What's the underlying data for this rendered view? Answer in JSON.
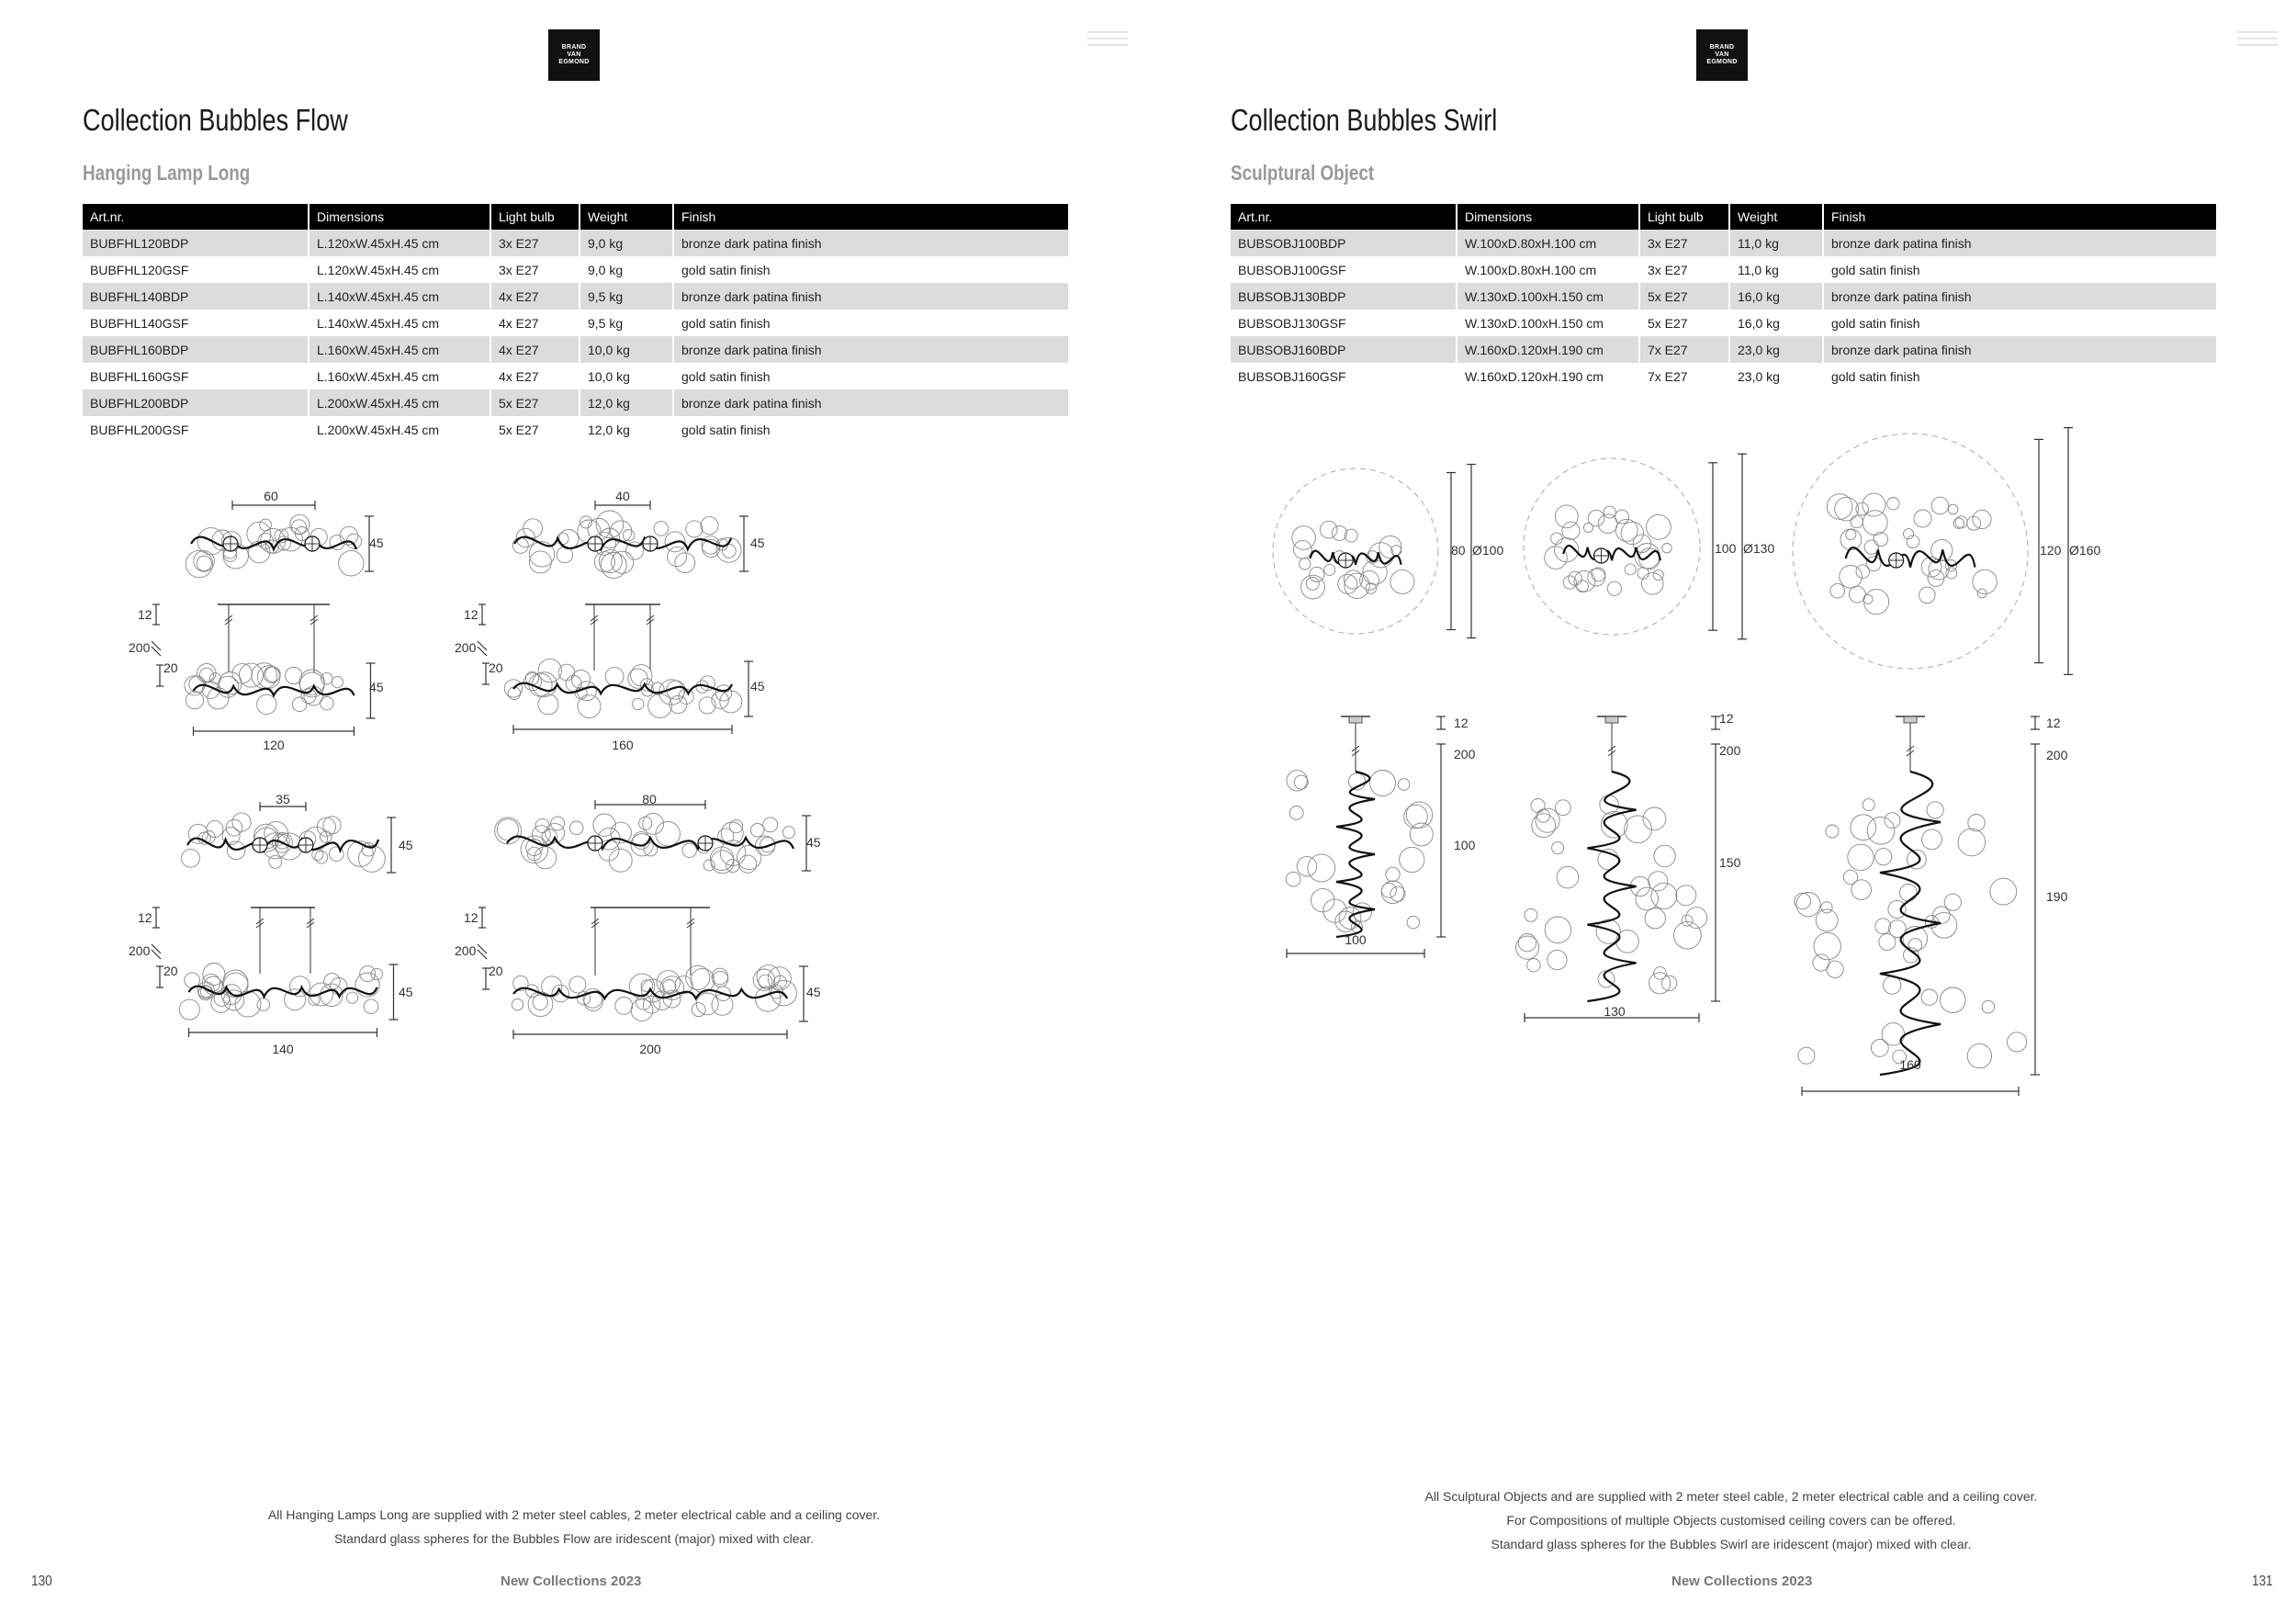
{
  "left": {
    "logo": [
      "BRAND",
      "VAN",
      "EGMOND"
    ],
    "title": "Collection Bubbles Flow",
    "subtitle": "Hanging Lamp Long",
    "table": {
      "headers": [
        "Art.nr.",
        "Dimensions",
        "Light bulb",
        "Weight",
        "Finish"
      ],
      "rows": [
        [
          "BUBFHL120BDP",
          "L.120xW.45xH.45 cm",
          "3x E27",
          "9,0 kg",
          "bronze dark patina finish"
        ],
        [
          "BUBFHL120GSF",
          "L.120xW.45xH.45 cm",
          "3x E27",
          "9,0 kg",
          "gold satin finish"
        ],
        [
          "BUBFHL140BDP",
          "L.140xW.45xH.45 cm",
          "4x E27",
          "9,5 kg",
          "bronze dark patina finish"
        ],
        [
          "BUBFHL140GSF",
          "L.140xW.45xH.45 cm",
          "4x E27",
          "9,5 kg",
          "gold satin finish"
        ],
        [
          "BUBFHL160BDP",
          "L.160xW.45xH.45 cm",
          "4x E27",
          "10,0 kg",
          "bronze dark patina finish"
        ],
        [
          "BUBFHL160GSF",
          "L.160xW.45xH.45 cm",
          "4x E27",
          "10,0 kg",
          "gold satin finish"
        ],
        [
          "BUBFHL200BDP",
          "L.200xW.45xH.45 cm",
          "5x E27",
          "12,0 kg",
          "bronze dark patina finish"
        ],
        [
          "BUBFHL200GSF",
          "L.200xW.45xH.45 cm",
          "5x E27",
          "12,0 kg",
          "gold satin finish"
        ]
      ]
    },
    "drawings": {
      "d120": {
        "top_width": "60",
        "top_height": "45",
        "cable": "12",
        "length": "200",
        "drop": "20",
        "side_height": "45",
        "side_width": "120"
      },
      "d160": {
        "top_width": "40",
        "top_height": "45",
        "cable": "12",
        "length": "200",
        "drop": "20",
        "side_height": "45",
        "side_width": "160"
      },
      "d140": {
        "top_width": "35",
        "top_height": "45",
        "cable": "12",
        "length": "200",
        "drop": "20",
        "side_height": "45",
        "side_width": "140"
      },
      "d200": {
        "top_width": "80",
        "top_height": "45",
        "cable": "12",
        "length": "200",
        "drop": "20",
        "side_height": "45",
        "side_width": "200"
      }
    },
    "notes": [
      "All Hanging Lamps Long are supplied with 2 meter steel cables, 2 meter electrical cable and a ceiling cover.",
      "Standard glass spheres for the Bubbles Flow are iridescent (major) mixed with clear."
    ],
    "footer": "New Collections 2023",
    "page_number": "130"
  },
  "right": {
    "logo": [
      "BRAND",
      "VAN",
      "EGMOND"
    ],
    "title": "Collection Bubbles Swirl",
    "subtitle": "Sculptural Object",
    "table": {
      "headers": [
        "Art.nr.",
        "Dimensions",
        "Light bulb",
        "Weight",
        "Finish"
      ],
      "rows": [
        [
          "BUBSOBJ100BDP",
          "W.100xD.80xH.100 cm",
          "3x E27",
          "11,0 kg",
          "bronze dark patina finish"
        ],
        [
          "BUBSOBJ100GSF",
          "W.100xD.80xH.100 cm",
          "3x E27",
          "11,0 kg",
          "gold satin finish"
        ],
        [
          "BUBSOBJ130BDP",
          "W.130xD.100xH.150 cm",
          "5x E27",
          "16,0 kg",
          "bronze dark patina finish"
        ],
        [
          "BUBSOBJ130GSF",
          "W.130xD.100xH.150 cm",
          "5x E27",
          "16,0 kg",
          "gold satin finish"
        ],
        [
          "BUBSOBJ160BDP",
          "W.160xD.120xH.190 cm",
          "7x E27",
          "23,0 kg",
          "bronze dark patina finish"
        ],
        [
          "BUBSOBJ160GSF",
          "W.160xD.120xH.190 cm",
          "7x E27",
          "23,0 kg",
          "gold satin finish"
        ]
      ]
    },
    "drawings": {
      "s100": {
        "top_depth": "80",
        "diameter": "Ø100",
        "cable": "12",
        "length": "200",
        "height": "100",
        "width": "100"
      },
      "s130": {
        "top_depth": "100",
        "diameter": "Ø130",
        "cable": "12",
        "length": "200",
        "height": "150",
        "width": "130"
      },
      "s160": {
        "top_depth": "120",
        "diameter": "Ø160",
        "cable": "12",
        "length": "200",
        "height": "190",
        "width": "160"
      }
    },
    "notes": [
      "All Sculptural Objects and are supplied with 2 meter steel cable, 2 meter electrical cable and a ceiling cover.",
      "For Compositions of multiple Objects customised ceiling covers can be offered.",
      "Standard glass spheres for the Bubbles Swirl are iridescent (major) mixed with clear."
    ],
    "footer": "New Collections 2023",
    "page_number": "131"
  }
}
